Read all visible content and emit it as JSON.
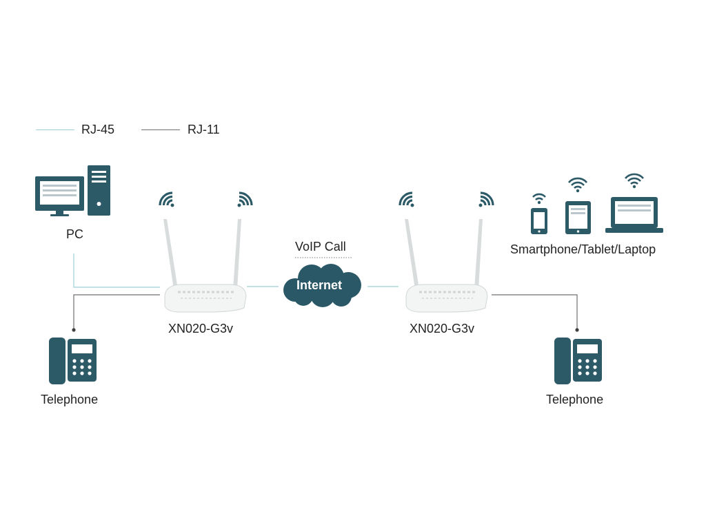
{
  "legend": {
    "rj45": {
      "label": "RJ-45",
      "color": "#9ccfd8"
    },
    "rj11": {
      "label": "RJ-11",
      "color": "#6f6f6f"
    }
  },
  "nodes": {
    "pc": "PC",
    "router_left": "XN020-G3v",
    "router_right": "XN020-G3v",
    "telephone_left": "Telephone",
    "telephone_right": "Telephone",
    "internet": "Internet",
    "voip_call": "VoIP Call",
    "wireless_clients": "Smartphone/Tablet/Laptop"
  },
  "icons": {
    "pc": "desktop-computer-icon",
    "telephone": "desk-telephone-icon",
    "wifi": "wifi-signal-icon",
    "router": "router-icon",
    "cloud": "cloud-icon",
    "smartphone": "smartphone-icon",
    "tablet": "tablet-icon",
    "laptop": "laptop-icon"
  },
  "colors": {
    "icon": "#2d5a67",
    "cloud": "#2a5866"
  }
}
